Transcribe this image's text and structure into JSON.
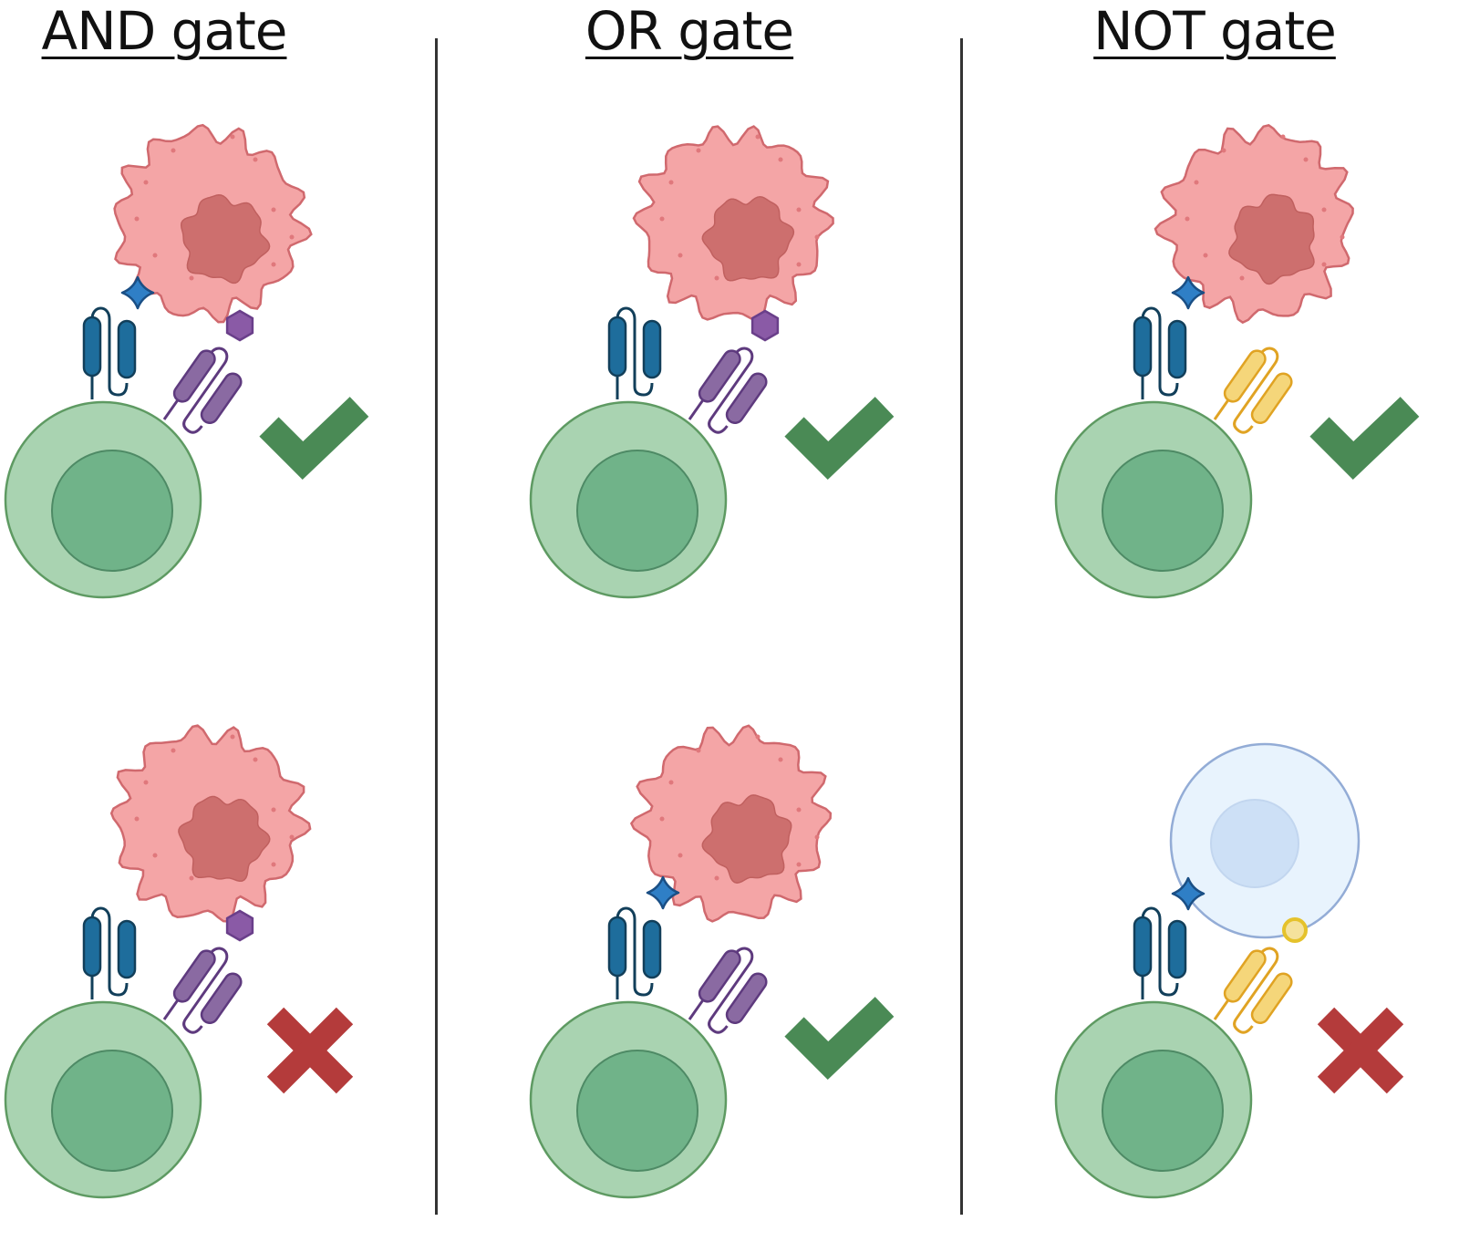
{
  "titles": [
    "AND gate",
    "OR gate",
    "NOT gate"
  ],
  "colors": {
    "tcell": "#a9d3b1",
    "tcell_stroke": "#5e9a62",
    "tcell_nucleus": "#70b389",
    "tcell_nucleus_stroke": "#4e8a65",
    "tumor": "#f4a5a6",
    "tumor_stroke": "#d0696e",
    "tumor_nucleus": "#cd6f6e",
    "healthy": "#e8f3fd",
    "healthy_stroke": "#93acd6",
    "healthy_nucleus": "#cde0f6",
    "blue_receptor": "#1e6d9c",
    "blue_stroke": "#123f5a",
    "purple_receptor": "#8a6aa2",
    "purple_stroke": "#5e3a7e",
    "yellow_receptor": "#f5d67a",
    "yellow_stroke": "#e0a323",
    "check": "#4a8a55",
    "cross": "#b43b3b"
  },
  "panels": [
    {
      "gate": "AND",
      "row": 0,
      "target": "tumor",
      "star_antigen": true,
      "hexagon_antigen": true,
      "yellow_ligand": false,
      "second_car": "purple",
      "result": "check-icon"
    },
    {
      "gate": "AND",
      "row": 1,
      "target": "tumor",
      "star_antigen": false,
      "hexagon_antigen": true,
      "yellow_ligand": false,
      "second_car": "purple",
      "result": "cross-icon"
    },
    {
      "gate": "OR",
      "row": 0,
      "target": "tumor",
      "star_antigen": false,
      "hexagon_antigen": true,
      "yellow_ligand": false,
      "second_car": "purple",
      "result": "check-icon"
    },
    {
      "gate": "OR",
      "row": 1,
      "target": "tumor",
      "star_antigen": true,
      "hexagon_antigen": false,
      "yellow_ligand": false,
      "second_car": "purple",
      "result": "check-icon"
    },
    {
      "gate": "NOT",
      "row": 0,
      "target": "tumor",
      "star_antigen": true,
      "hexagon_antigen": false,
      "yellow_ligand": false,
      "second_car": "yellow",
      "result": "check-icon"
    },
    {
      "gate": "NOT",
      "row": 1,
      "target": "healthy",
      "star_antigen": true,
      "hexagon_antigen": false,
      "yellow_ligand": true,
      "second_car": "yellow",
      "result": "cross-icon"
    }
  ]
}
